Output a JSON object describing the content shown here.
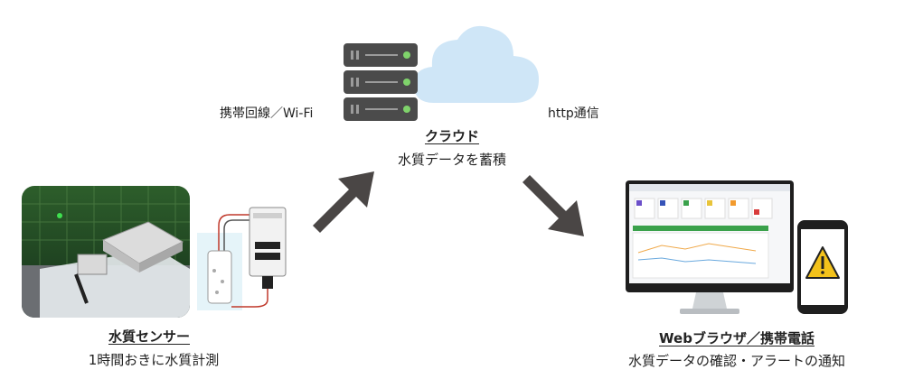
{
  "sensor": {
    "title": "水質センサー",
    "subtitle": "1時間おきに水質計測"
  },
  "cloud": {
    "title": "クラウド",
    "subtitle": "水質データを蓄積"
  },
  "link_left": {
    "label": "携帯回線／Wi-Fi"
  },
  "link_right": {
    "label": "http通信"
  },
  "client": {
    "title_web": "Web",
    "title_rest": "ブラウザ／携帯電話",
    "subtitle": "水質データの確認・アラートの通知"
  },
  "colors": {
    "arrow": "#4a4645",
    "server": "#4b4b4b",
    "server_led": "#7fd36b",
    "cloud": "#cfe6f7",
    "monitor_bezel": "#1e1e1e",
    "dashboard_green": "#3aa14b",
    "warning": "#f3c21b"
  },
  "icons": {
    "server": "server-rack-icon",
    "cloud": "cloud-icon",
    "warning": "warning-triangle-icon"
  }
}
